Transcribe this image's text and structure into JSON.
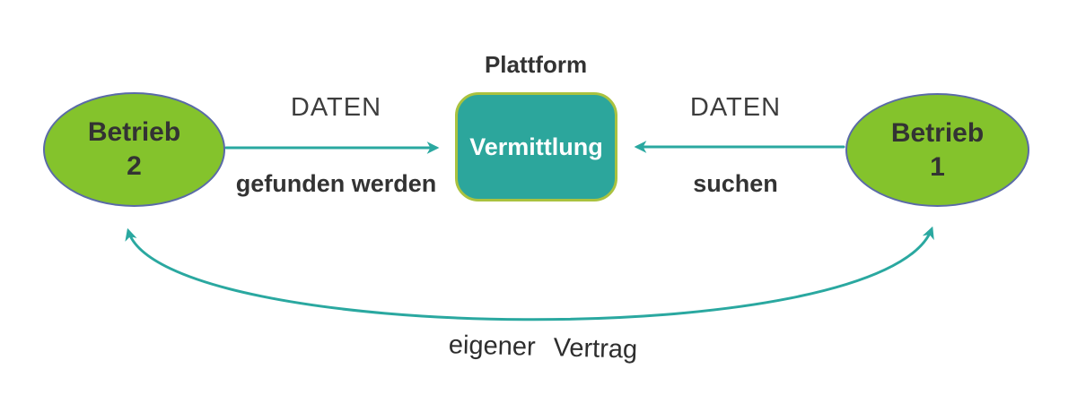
{
  "diagram": {
    "platform_title": "Plattform",
    "center_box_label": "Vermittlung",
    "left_ellipse": {
      "lines": [
        "Betrieb",
        "2"
      ]
    },
    "right_ellipse": {
      "lines": [
        "Betrieb",
        "1"
      ]
    },
    "left_arrow": {
      "top_label": "DATEN",
      "bottom_label": "gefunden werden",
      "direction": "right"
    },
    "right_arrow": {
      "top_label": "DATEN",
      "bottom_label": "suchen",
      "direction": "left"
    },
    "contract_arc": {
      "label": "eigener Vertrag",
      "double_headed": true
    },
    "colors": {
      "teal": "#2aa8a0",
      "box_fill": "#2ca69c",
      "box_border": "#aac23f",
      "ellipse_fill": "#84c32c",
      "ellipse_border": "#5a6aa8",
      "text_dark": "#3a3a3a",
      "box_text": "#ffffff"
    }
  }
}
